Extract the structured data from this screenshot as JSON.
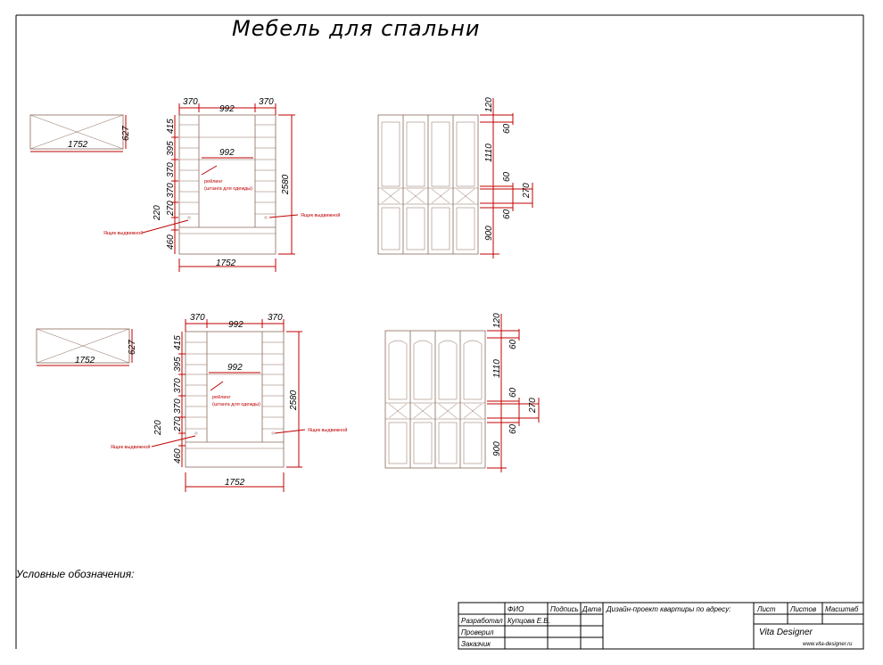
{
  "title": "Мебель для спальни",
  "legend": "Условные обозначения:",
  "plan_width": "1752",
  "plan_depth": "627",
  "top_widths": [
    "370",
    "992",
    "370"
  ],
  "inner_width": "992",
  "overall_width": "1752",
  "overall_height": "2580",
  "shelf_heights": [
    "415",
    "395",
    "370",
    "370",
    "270",
    "220",
    "460"
  ],
  "rail_label": [
    "рейлинг",
    "(штанга для одежды)"
  ],
  "drawer_label": "Ящик выдвижной",
  "door_dims": [
    "120",
    "60",
    "1110",
    "60",
    "270",
    "60",
    "900"
  ],
  "stamp": {
    "col_fio": "ФИО",
    "col_sign": "Подпись",
    "col_date": "Дата",
    "project": "Дизайн-проект квартиры по адресу:",
    "col_sheet": "Лист",
    "col_sheets": "Листов",
    "col_scale": "Масштаб",
    "row_dev": "Разработал",
    "dev_name": "Купцова Е.В.",
    "row_check": "Проверил",
    "row_client": "Заказчик",
    "company": "Vita Designer",
    "website": "www.vita-designer.ru"
  }
}
